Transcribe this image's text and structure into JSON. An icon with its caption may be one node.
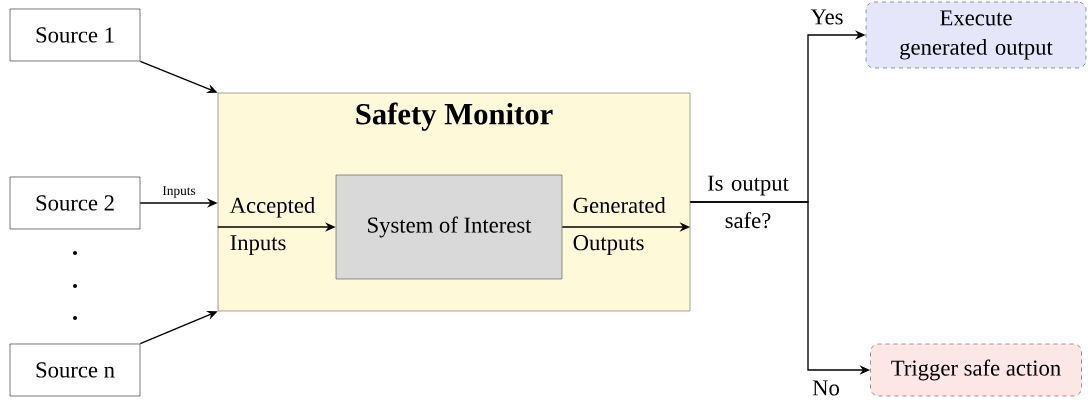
{
  "diagram": {
    "nodes": [
      {
        "text": [
          "Source 1"
        ]
      },
      {
        "text": [
          "Source 2"
        ]
      },
      {
        "text": [
          "Source n"
        ]
      },
      {
        "text": [
          "Safety Monitor"
        ]
      },
      {
        "text": [
          "System of Interest"
        ],
        "in": 3
      },
      {
        "text": [
          "Execute generated output"
        ]
      },
      {
        "text": [
          "Trigger safe action"
        ]
      }
    ],
    "edges": [
      {
        "from": 0,
        "to": 3,
        "arrow": "to"
      },
      {
        "from": 1,
        "to": 3,
        "arrow": "to",
        "label": "Inputs"
      },
      {
        "from": 2,
        "to": 3,
        "arrow": "to"
      },
      {
        "from": 3,
        "to": 4,
        "arrow": "to",
        "label": "Accepted Inputs"
      },
      {
        "from": 4,
        "to": 3,
        "arrow": "to",
        "label": "Generated Outputs"
      },
      {
        "from": 3,
        "to": 5,
        "arrow": "to",
        "label": "Yes"
      },
      {
        "from": 3,
        "to": 6,
        "arrow": "to",
        "label": "No"
      }
    ],
    "labels": [
      "Is output safe?"
    ]
  }
}
